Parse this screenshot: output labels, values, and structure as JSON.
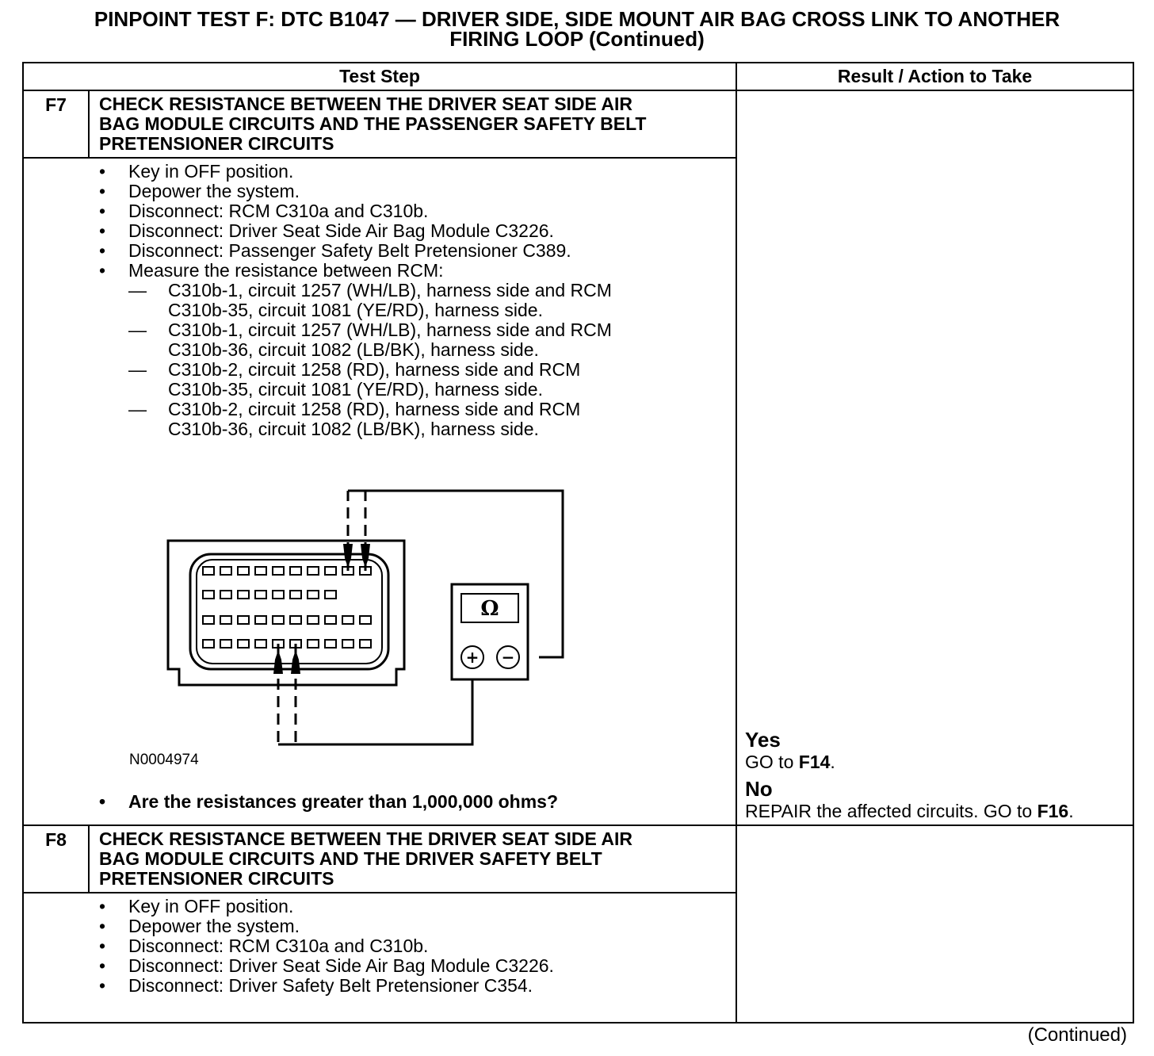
{
  "title": {
    "line1": "PINPOINT TEST F: DTC B1047 — DRIVER SIDE, SIDE MOUNT AIR BAG CROSS LINK TO ANOTHER",
    "line2": "FIRING LOOP (Continued)"
  },
  "table": {
    "col_test_step": "Test Step",
    "col_result": "Result / Action to Take"
  },
  "steps": [
    {
      "id": "F7",
      "heading_lines": [
        "CHECK RESISTANCE BETWEEN THE DRIVER SEAT SIDE AIR",
        "BAG MODULE CIRCUITS AND THE PASSENGER SAFETY BELT",
        "PRETENSIONER CIRCUITS"
      ],
      "actions": [
        "Key in OFF position.",
        "Depower the system.",
        "Disconnect: RCM C310a and C310b.",
        "Disconnect: Driver Seat Side Air Bag Module C3226.",
        "Disconnect: Passenger Safety Belt Pretensioner C389.",
        "Measure the resistance between RCM:"
      ],
      "sub_actions": [
        [
          "C310b-1, circuit 1257 (WH/LB), harness side and RCM",
          "C310b-35, circuit 1081 (YE/RD), harness side."
        ],
        [
          "C310b-1, circuit 1257 (WH/LB), harness side and RCM",
          "C310b-36, circuit 1082 (LB/BK), harness side."
        ],
        [
          "C310b-2, circuit 1258 (RD), harness side and RCM",
          "C310b-35, circuit 1081 (YE/RD), harness side."
        ],
        [
          "C310b-2, circuit 1258 (RD), harness side and RCM",
          "C310b-36, circuit 1082 (LB/BK), harness side."
        ]
      ],
      "figure": {
        "code": "N0004974",
        "meter_symbol": "Ω",
        "plus_symbol": "+",
        "minus_symbol": "−"
      },
      "question": "Are the resistances greater than 1,000,000 ohms?",
      "result": {
        "yes_label": "Yes",
        "yes_text": "GO to ",
        "yes_target": "F14",
        "yes_end": ".",
        "no_label": "No",
        "no_text": "REPAIR the affected circuits. GO to ",
        "no_target": "F16",
        "no_end": "."
      }
    },
    {
      "id": "F8",
      "heading_lines": [
        "CHECK RESISTANCE BETWEEN THE DRIVER SEAT SIDE AIR",
        "BAG MODULE CIRCUITS AND THE DRIVER SAFETY BELT",
        "PRETENSIONER CIRCUITS"
      ],
      "actions": [
        "Key in OFF position.",
        "Depower the system.",
        "Disconnect: RCM C310a and C310b.",
        "Disconnect: Driver Seat Side Air Bag Module C3226.",
        "Disconnect: Driver Safety Belt Pretensioner C354."
      ]
    }
  ],
  "footer": {
    "continued": "(Continued)"
  }
}
